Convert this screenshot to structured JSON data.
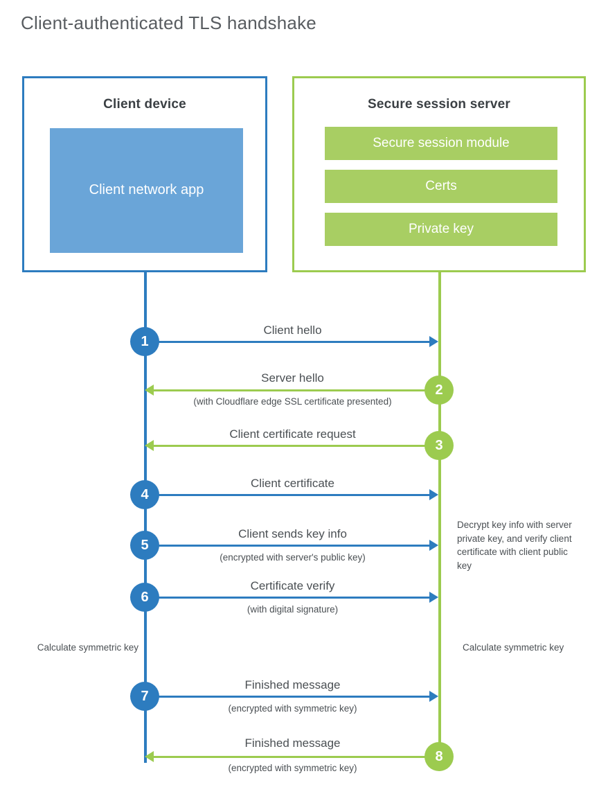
{
  "title": "Client-authenticated TLS handshake",
  "colors": {
    "blue": "#2d7cbf",
    "blue_light": "#6aa5d8",
    "green": "#9ccb4f",
    "green_light": "#a8ce63",
    "text": "#4a4f53",
    "title_text": "#585c60"
  },
  "client": {
    "title": "Client device",
    "app_label": "Client network app"
  },
  "server": {
    "title": "Secure session server",
    "blocks": [
      {
        "label": "Secure session module"
      },
      {
        "label": "Certs"
      },
      {
        "label": "Private key"
      }
    ]
  },
  "notes": {
    "server_decrypt": "Decrypt key info with server private key, and verify client certificate with client public key",
    "client_calc": "Calculate symmetric key",
    "server_calc": "Calculate symmetric key"
  },
  "steps": [
    {
      "number": "1",
      "label": "Client hello",
      "sub": "",
      "direction": "client-to-server",
      "color": "blue"
    },
    {
      "number": "2",
      "label": "Server hello",
      "sub": "(with Cloudflare edge SSL certificate presented)",
      "direction": "server-to-client",
      "color": "green"
    },
    {
      "number": "3",
      "label": "Client certificate request",
      "sub": "",
      "direction": "server-to-client",
      "color": "green"
    },
    {
      "number": "4",
      "label": "Client certificate",
      "sub": "",
      "direction": "client-to-server",
      "color": "blue"
    },
    {
      "number": "5",
      "label": "Client sends key info",
      "sub": "(encrypted with server's public key)",
      "direction": "client-to-server",
      "color": "blue"
    },
    {
      "number": "6",
      "label": "Certificate verify",
      "sub": "(with digital signature)",
      "direction": "client-to-server",
      "color": "blue"
    },
    {
      "number": "7",
      "label": "Finished message",
      "sub": "(encrypted with symmetric key)",
      "direction": "client-to-server",
      "color": "blue"
    },
    {
      "number": "8",
      "label": "Finished message",
      "sub": "(encrypted with symmetric key)",
      "direction": "server-to-client",
      "color": "green"
    }
  ]
}
